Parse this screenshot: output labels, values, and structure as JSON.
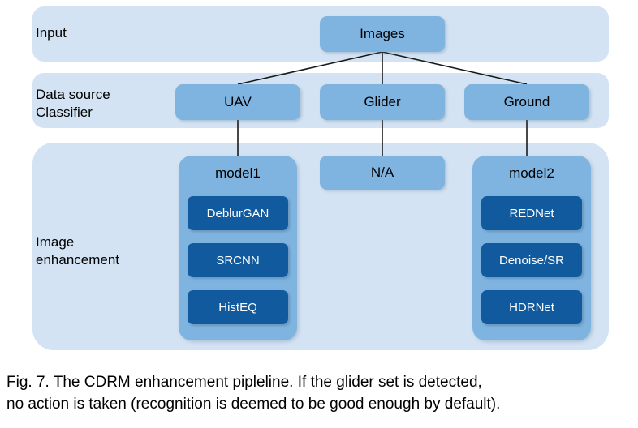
{
  "figure": {
    "bands": [
      {
        "id": "input",
        "label": "Input"
      },
      {
        "id": "classifier",
        "label": "Data source\nClassifier"
      },
      {
        "id": "enhance",
        "label": "Image\nenhancement"
      }
    ],
    "input_node": {
      "label": "Images"
    },
    "classifier_nodes": [
      {
        "label": "UAV"
      },
      {
        "label": "Glider"
      },
      {
        "label": "Ground"
      }
    ],
    "glider_branch": {
      "label": "N/A"
    },
    "model_groups": [
      {
        "title": "model1",
        "stages": [
          {
            "label": "DeblurGAN"
          },
          {
            "label": "SRCNN"
          },
          {
            "label": "HistEQ"
          }
        ]
      },
      {
        "title": "model2",
        "stages": [
          {
            "label": "REDNet"
          },
          {
            "label": "Denoise/SR"
          },
          {
            "label": "HDRNet"
          }
        ]
      }
    ],
    "colors": {
      "band_fill": "#d3e3f3",
      "node_fill": "#7fb4e0",
      "stage_fill": "#115a9e",
      "stage_text": "#ffffff",
      "connector": "#1a1a1a",
      "text": "#000000",
      "page_background": "#ffffff"
    }
  },
  "caption": {
    "line1": "Fig. 7. The CDRM enhancement pipleline. If the glider set is detected,",
    "line2": "no action is taken (recognition is deemed to be good enough by default)."
  }
}
